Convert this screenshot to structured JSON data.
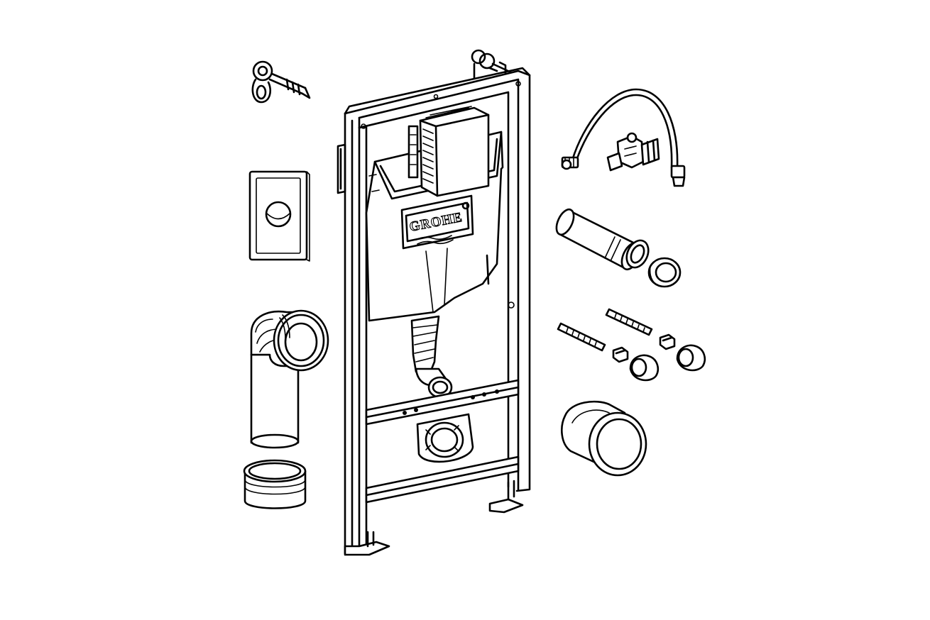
{
  "figure": {
    "background": "#ffffff",
    "line_color": "#000000"
  },
  "frame": {
    "brand_label": "GROHE"
  },
  "components": [
    {
      "id": "wall-brackets",
      "icon": "wall-bracket-icon"
    },
    {
      "id": "flush-plate",
      "icon": "flush-plate-icon"
    },
    {
      "id": "wc-bend",
      "icon": "pipe-elbow-icon"
    },
    {
      "id": "pipe-cap",
      "icon": "cap-icon"
    },
    {
      "id": "supply-hose",
      "icon": "hose-valve-icon"
    },
    {
      "id": "connection-pipe",
      "icon": "pipe-icon"
    },
    {
      "id": "mounting-studs",
      "icon": "bolt-icon"
    },
    {
      "id": "connector-sleeve",
      "icon": "sleeve-icon"
    }
  ]
}
